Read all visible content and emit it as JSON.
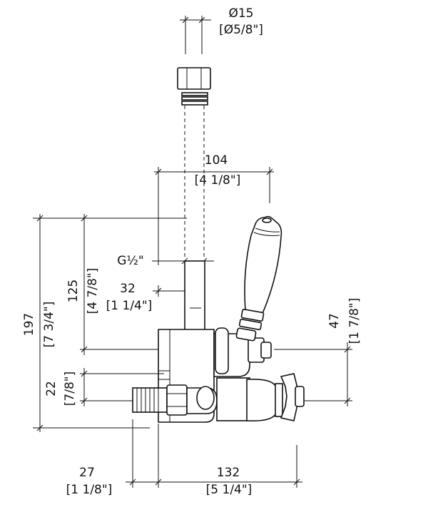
{
  "dimensions": {
    "pipe_diameter": {
      "metric": "Ø15",
      "imperial": "[Ø5/8\"]"
    },
    "width_104": {
      "metric": "104",
      "imperial": "[4 1/8\"]"
    },
    "thread": {
      "label": "G½\""
    },
    "height_125": {
      "metric": "125",
      "imperial": "[4 7/8\"]"
    },
    "offset_32": {
      "metric": "32",
      "imperial": "[1 1/4\"]"
    },
    "height_197": {
      "metric": "197",
      "imperial": "[7 3/4\"]"
    },
    "height_47": {
      "metric": "47",
      "imperial": "[1 7/8\"]"
    },
    "height_22": {
      "metric": "22",
      "imperial": "[7/8\"]"
    },
    "length_27": {
      "metric": "27",
      "imperial": "[1 1/8\"]"
    },
    "length_132": {
      "metric": "132",
      "imperial": "[5 1/4\"]"
    }
  }
}
